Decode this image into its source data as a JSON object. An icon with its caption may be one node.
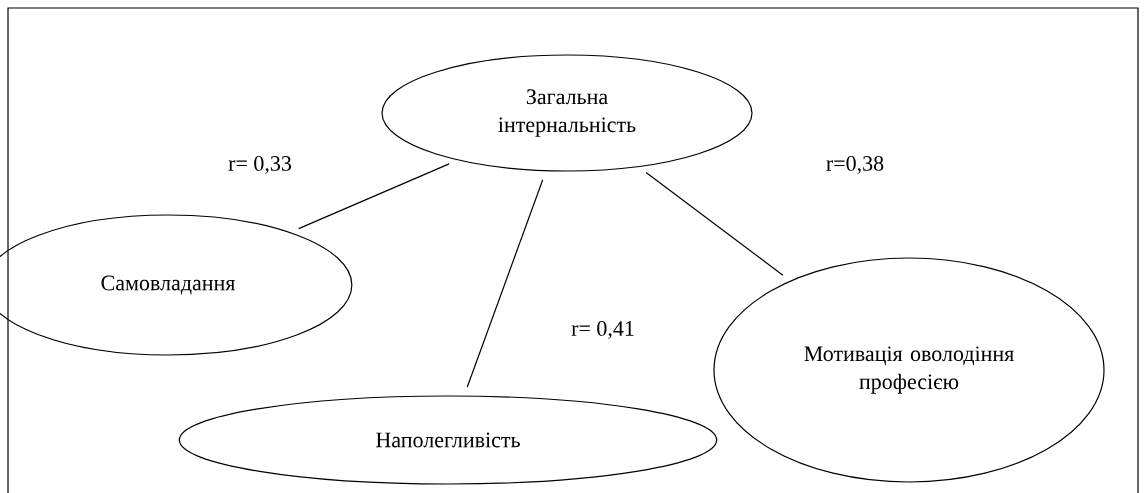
{
  "diagram": {
    "nodes": [
      {
        "text": [
          "Загальна інтернальність"
        ]
      },
      {
        "text": [
          "Самовладання"
        ]
      },
      {
        "text": [
          "Наполегливість"
        ]
      },
      {
        "text": [
          "Мотивація оволодіння професією"
        ]
      }
    ],
    "edges": [
      {
        "from": 0,
        "to": 1,
        "arrow": "none",
        "label": "r= 0,33"
      },
      {
        "from": 0,
        "to": 2,
        "arrow": "none",
        "label": "r= 0,41"
      },
      {
        "from": 0,
        "to": 3,
        "arrow": "none",
        "label": "r=0,38"
      }
    ]
  }
}
